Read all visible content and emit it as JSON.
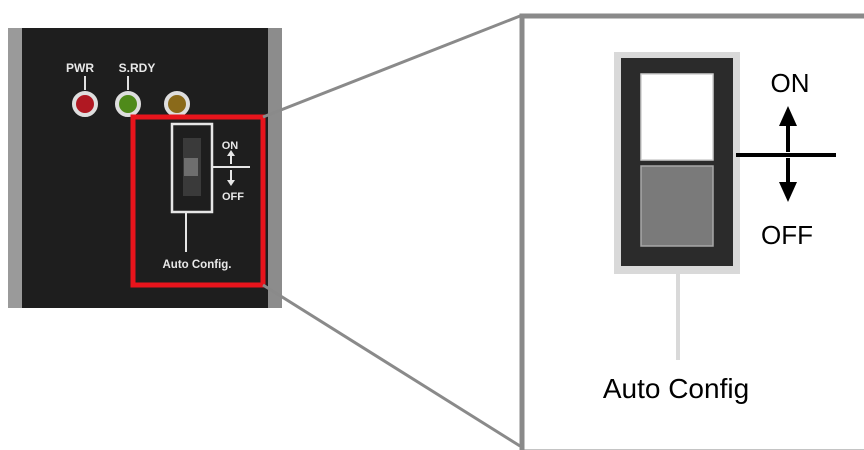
{
  "photo": {
    "leds": [
      {
        "label": "PWR",
        "color": "#b01822"
      },
      {
        "label": "S.RDY",
        "color": "#4f8a1a"
      },
      {
        "label": "",
        "color": "#8a6a1a"
      }
    ],
    "switch_labels": {
      "on": "ON",
      "off": "OFF",
      "caption": "Auto Config."
    },
    "highlight_color": "#e8141c"
  },
  "detail": {
    "on_label": "ON",
    "off_label": "OFF",
    "caption": "Auto Config",
    "switch_state": "OFF"
  },
  "colors": {
    "device_body": "#1e1e1e",
    "connector_lines": "#8a8a8a",
    "switch_housing": "#2b2b2b",
    "switch_upper": "#ffffff",
    "switch_lower": "#7a7a7a"
  }
}
